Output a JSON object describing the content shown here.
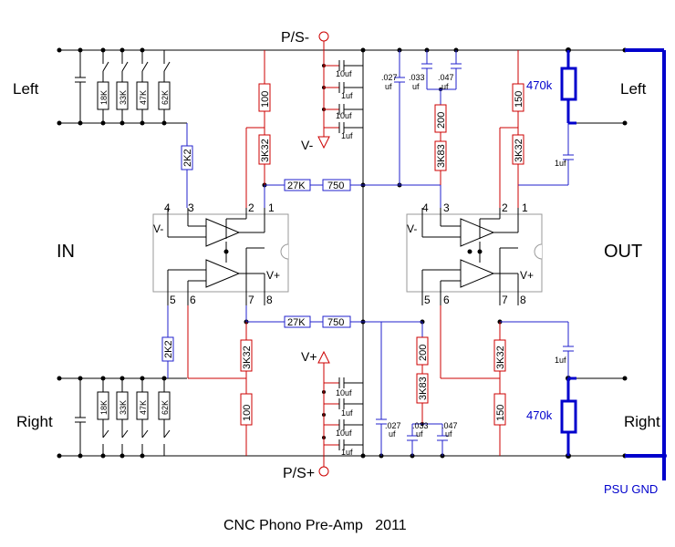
{
  "title": "CNC Phono Pre-Amp   2011",
  "labels": {
    "left_in": "Left",
    "right_in": "Right",
    "left_out": "Left",
    "right_out": "Right",
    "in": "IN",
    "out": "OUT",
    "ps_minus": "P/S-",
    "ps_plus": "P/S+",
    "v_minus": "V-",
    "v_plus": "V+",
    "psu_gnd": "PSU GND"
  },
  "input_resistors": [
    "18K",
    "33K",
    "47K",
    "62K"
  ],
  "components": {
    "r_2k2": "2K2",
    "r_100": "100",
    "r_3k32": "3K32",
    "r_27k": "27K",
    "r_750": "750",
    "r_200": "200",
    "r_3k83": "3K83",
    "r_150": "150",
    "pot_470k": "470k",
    "c_10uf": "10uf",
    "c_1uf": "1uf",
    "c_027": ".027",
    "c_033": ".033",
    "c_047": ".047",
    "c_uf": "uf"
  },
  "opamp_pins": {
    "p1": "1",
    "p2": "2",
    "p3": "3",
    "p4": "4",
    "p5": "5",
    "p6": "6",
    "p7": "7",
    "p8": "8",
    "vminus": "V-",
    "vplus": "V+"
  },
  "colors": {
    "wire_black": "#000000",
    "wire_blue": "#2222cc",
    "wire_red": "#cc0000",
    "label_blue": "#0000cc"
  }
}
